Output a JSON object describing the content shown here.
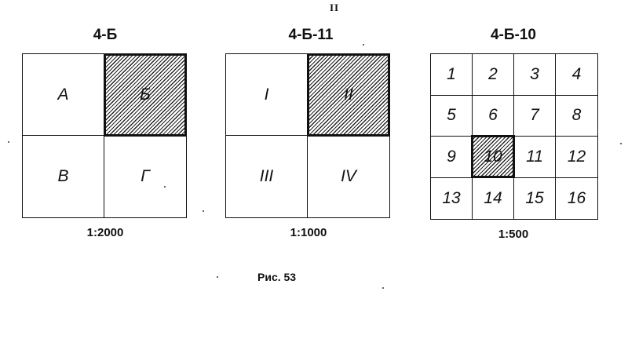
{
  "stray_mark": "II",
  "panels": [
    {
      "title": "4-Б",
      "cells": [
        "А",
        "Б",
        "В",
        "Г"
      ],
      "highlighted": "Б",
      "scale": "1:2000"
    },
    {
      "title": "4-Б-11",
      "cells": [
        "I",
        "II",
        "III",
        "IV"
      ],
      "highlighted": "II",
      "scale": "1:1000"
    },
    {
      "title": "4-Б-10",
      "cells": [
        "1",
        "2",
        "3",
        "4",
        "5",
        "6",
        "7",
        "8",
        "9",
        "10",
        "11",
        "12",
        "13",
        "14",
        "15",
        "16"
      ],
      "highlighted": "10",
      "scale": "1:500"
    }
  ],
  "caption": "Рис. 53"
}
